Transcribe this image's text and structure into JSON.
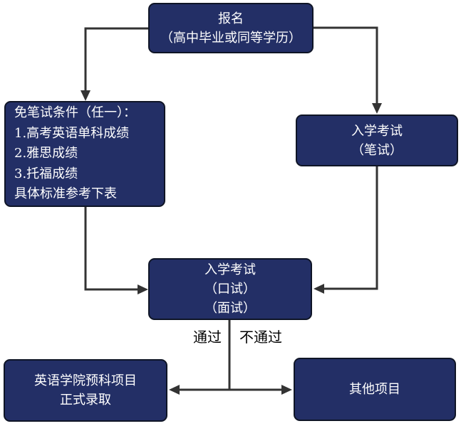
{
  "diagram_title": "enrollment-process-flowchart",
  "colors": {
    "background": "#FFFFFF",
    "box_fill": "#232F66",
    "box_border": "#0F1526",
    "box_text": "#FFFFFF",
    "arrow": "#333333",
    "edge_label_text": "#000000"
  },
  "boxes": {
    "registration": {
      "line1": "报名",
      "line2": "（高中毕业或同等学历）"
    },
    "exemption": {
      "line1": "免笔试条件（任一）：",
      "line2": "1.高考英语单科成绩",
      "line3": "2.雅思成绩",
      "line4": "3.托福成绩",
      "line5": "具体标准参考下表"
    },
    "written_exam": {
      "line1": "入学考试",
      "line2": "（笔试）"
    },
    "oral_exam": {
      "line1": "入学考试",
      "line2": "（口试）",
      "line3": "（面试）"
    },
    "admission": {
      "line1": "英语学院预科项目",
      "line2": "正式录取"
    },
    "other_programs": {
      "line1": "其他项目"
    }
  },
  "edge_labels": {
    "pass": "通过",
    "fail": "不通过"
  }
}
